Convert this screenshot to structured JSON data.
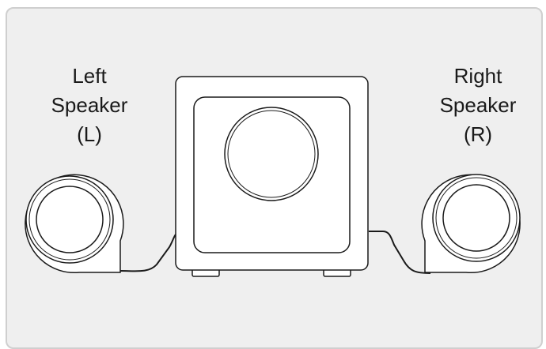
{
  "labels": {
    "left": {
      "line1": "Left",
      "line2": "Speaker",
      "line3": "(L)"
    },
    "right": {
      "line1": "Right",
      "line2": "Speaker",
      "line3": "(R)"
    }
  },
  "colors": {
    "background": "#efefef",
    "panel_border": "#cfcfcf",
    "device_fill": "#ffffff",
    "stroke": "#1a1a1a"
  }
}
